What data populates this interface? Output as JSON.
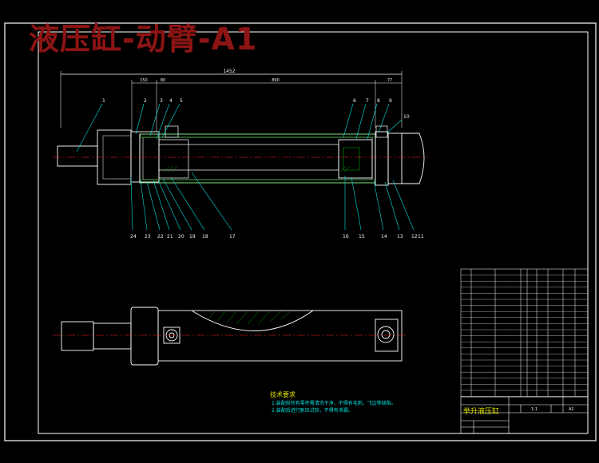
{
  "drawing": {
    "title": "液压缸-动臂-A1",
    "overall_dim": "1452",
    "dims_top": [
      "150",
      "80",
      "890",
      "77"
    ],
    "balloons_top": [
      "1",
      "2",
      "3",
      "4",
      "5",
      "6",
      "7",
      "8",
      "9",
      "10"
    ],
    "balloons_bottom": [
      "24",
      "23",
      "22",
      "21",
      "20",
      "19",
      "18",
      "17",
      "16",
      "15",
      "14",
      "13",
      "12",
      "11"
    ],
    "notes": {
      "title": "技术要求",
      "lines": [
        "1.装配前所有零件需清洗干净，不得有毛刺、飞边等缺陷。",
        "2.装配后进行耐压试验，不得有泄漏。"
      ]
    },
    "title_block": {
      "name": "举升液压缸",
      "scale": "1:1",
      "sheet": "A1"
    },
    "colors": {
      "title_red": "#8c1414",
      "line_white": "#ffffff",
      "leader_cyan": "#00e0e0",
      "center_red": "#ff2020",
      "hatch_green": "#00c000",
      "dim_yellow": "#e6e600"
    }
  }
}
